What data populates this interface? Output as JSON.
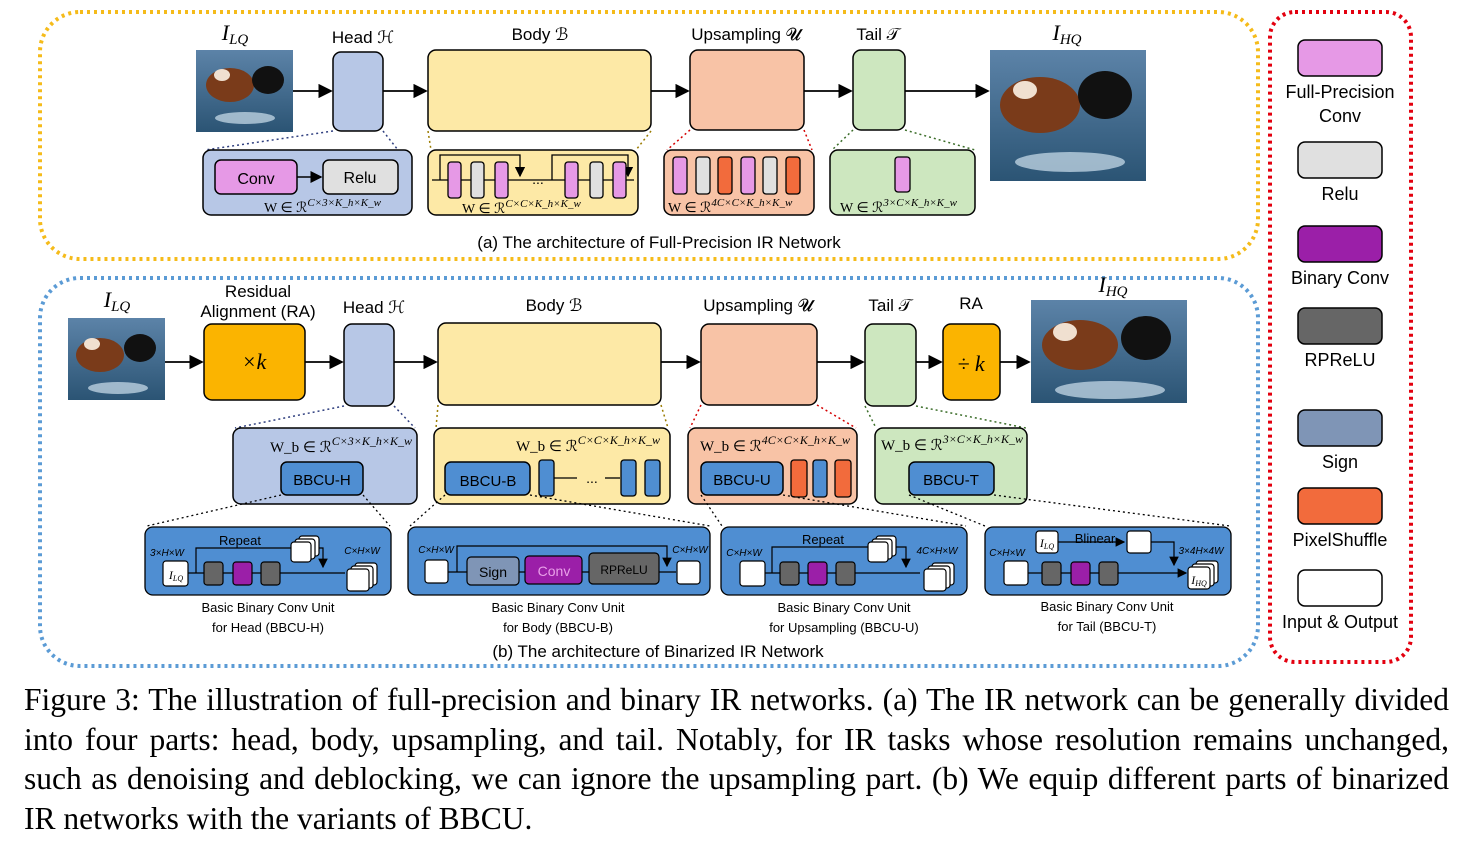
{
  "top": {
    "input_label": "I_LQ",
    "output_label": "I_HQ",
    "head": "Head ℋ",
    "body": "Body ℬ",
    "upsampling": "Upsampling 𝓤",
    "tail": "Tail 𝒯",
    "head_detail": {
      "conv": "Conv",
      "relu": "Relu",
      "weight": "W ∈ ℛ",
      "weight_sup": "C×3×K_h×K_w"
    },
    "body_detail": {
      "weight": "W ∈ ℛ",
      "weight_sup": "C×C×K_h×K_w",
      "ellipsis": "..."
    },
    "up_detail": {
      "weight": "W ∈ ℛ",
      "weight_sup": "4C×C×K_h×K_w"
    },
    "tail_detail": {
      "weight": "W ∈ ℛ",
      "weight_sup": "3×C×K_h×K_w"
    },
    "caption": "(a) The architecture of Full-Precision IR Network"
  },
  "bottom": {
    "input_label": "I_LQ",
    "output_label": "I_HQ",
    "ra_label": "Residual\nAlignment (RA)",
    "ra_op": "×k",
    "head": "Head ℋ",
    "body": "Body ℬ",
    "upsampling": "Upsampling 𝓤",
    "tail": "Tail 𝒯",
    "ra_out_label": "RA",
    "ra_out_op": "÷ k",
    "head_detail": {
      "weight": "W_b ∈ ℛ",
      "weight_sup": "C×3×K_h×K_w",
      "unit": "BBCU-H"
    },
    "body_detail": {
      "weight": "W_b ∈ ℛ",
      "weight_sup": "C×C×K_h×K_w",
      "unit": "BBCU-B",
      "ellipsis": "..."
    },
    "up_detail": {
      "weight": "W_b ∈ ℛ",
      "weight_sup": "4C×C×K_h×K_w",
      "unit": "BBCU-U"
    },
    "tail_detail": {
      "weight": "W_b ∈ ℛ",
      "weight_sup": "3×C×K_h×K_w",
      "unit": "BBCU-T"
    },
    "units": {
      "h": {
        "repeat": "Repeat",
        "in": "3×H×W",
        "out": "C×H×W",
        "img": "I_LQ",
        "cap1": "Basic Binary Conv Unit",
        "cap2": "for Head (BBCU-H)"
      },
      "b": {
        "in": "C×H×W",
        "out": "C×H×W",
        "sign": "Sign",
        "conv": "Conv",
        "rprelu": "RPReLU",
        "cap1": "Basic Binary Conv Unit",
        "cap2": "for Body (BBCU-B)"
      },
      "u": {
        "repeat": "Repeat",
        "in": "C×H×W",
        "out": "4C×H×W",
        "cap1": "Basic Binary Conv Unit",
        "cap2": "for Upsampling (BBCU-U)"
      },
      "t": {
        "blinear": "Blinear",
        "in": "C×H×W",
        "out": "3×4H×4W",
        "img_in": "I_LQ",
        "img_out": "I_HQ",
        "cap1": "Basic Binary Conv Unit",
        "cap2": "for Tail (BBCU-T)"
      }
    },
    "caption": "(b) The architecture of Binarized IR Network"
  },
  "legend": [
    {
      "label": "Full-Precision\nConv",
      "color": "#e699e6"
    },
    {
      "label": "Relu",
      "color": "#e0e0e0"
    },
    {
      "label": "Binary Conv",
      "color": "#9b1fa8"
    },
    {
      "label": "RPReLU",
      "color": "#666666"
    },
    {
      "label": "Sign",
      "color": "#7f95b6"
    },
    {
      "label": "PixelShuffle",
      "color": "#f26b3c"
    },
    {
      "label": "Input & Output",
      "color": "#ffffff"
    }
  ],
  "colors": {
    "head_fill": "#b7c7e6",
    "body_fill": "#fde9a6",
    "up_fill": "#f8c3a6",
    "tail_fill": "#cde7bf",
    "ra_fill": "#fbb400",
    "unit_fill": "#4f8ed2",
    "top_border": "#f5bb1a",
    "bottom_border": "#5b9bd5",
    "legend_border": "#e3000f"
  },
  "figure_caption": "Figure 3: The illustration of full-precision and binary IR networks. (a) The IR network can be generally divided into four parts: head, body, upsampling, and tail. Notably, for IR tasks whose resolution remains unchanged, such as denoising and deblocking, we can ignore the upsampling part. (b) We equip different parts of binarized IR networks with the variants of BBCU."
}
